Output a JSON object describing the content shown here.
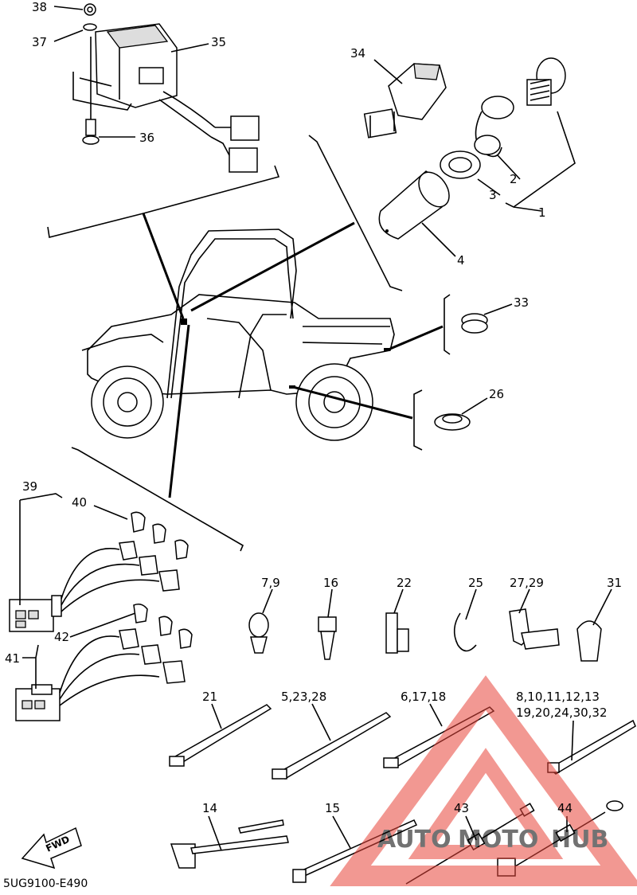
{
  "diagram": {
    "code": "5UG9100-E490",
    "fwd_label": "FWD",
    "callouts": {
      "c38": "38",
      "c37": "37",
      "c35": "35",
      "c36": "36",
      "c34": "34",
      "c2": "2",
      "c3": "3",
      "c1": "1",
      "c4": "4",
      "c33": "33",
      "c26": "26",
      "c39": "39",
      "c40": "40",
      "c42": "42",
      "c41": "41",
      "c7_9": "7,9",
      "c16": "16",
      "c22": "22",
      "c25": "25",
      "c27_29": "27,29",
      "c31": "31",
      "c21": "21",
      "c5_23_28": "5,23,28",
      "c6_17_18": "6,17,18",
      "c8_13": "8,10,11,12,13",
      "c19_32": "19,20,24,30,32",
      "c14": "14",
      "c15": "15",
      "c43": "43",
      "c44": "44"
    }
  },
  "watermark": {
    "text_auto": "AUTO",
    "text_moto": "MOTO",
    "text_hub": "HUB",
    "color_primary": "#e8443a",
    "color_secondary": "#f2b705",
    "color_dark": "#444444"
  }
}
